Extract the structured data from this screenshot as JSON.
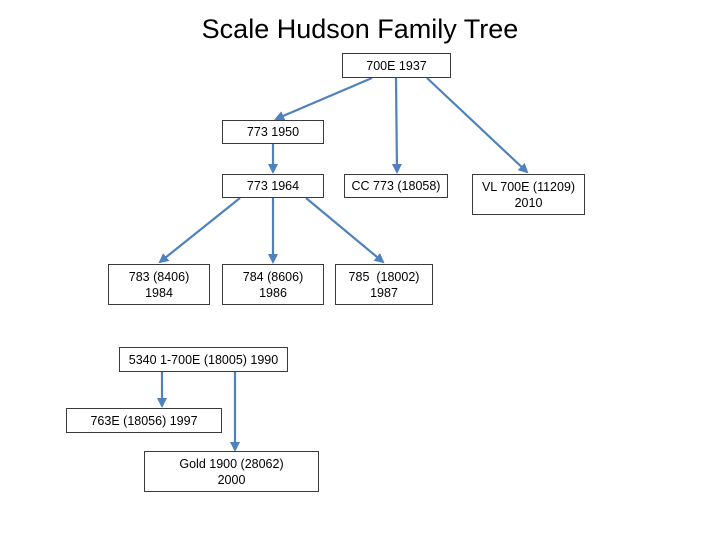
{
  "title": "Scale Hudson Family Tree",
  "colors": {
    "arrow": "#4F81BD",
    "box_border": "#3a3a3a"
  },
  "nodes": {
    "n700e": {
      "line1": "700E 1937",
      "line2": ""
    },
    "n773a": {
      "line1": "773 1950",
      "line2": ""
    },
    "n773b": {
      "line1": "773 1964",
      "line2": ""
    },
    "ncc773": {
      "line1": "CC 773 (18058)",
      "line2": ""
    },
    "nvl700": {
      "line1": "VL 700E (11209)",
      "line2": "2010"
    },
    "n783": {
      "line1": "783 (8406)",
      "line2": "1984"
    },
    "n784": {
      "line1": "784 (8606)",
      "line2": "1986"
    },
    "n785": {
      "line1": "785  (18002)",
      "line2": "1987"
    },
    "n5340": {
      "line1": "5340 1-700E (18005) 1990",
      "line2": ""
    },
    "n763e": {
      "line1": "763E (18056) 1997",
      "line2": ""
    },
    "ngold": {
      "line1": "Gold 1900 (28062)",
      "line2": "2000"
    }
  },
  "edges": [
    {
      "from": "700E 1937",
      "to": "773 1950"
    },
    {
      "from": "700E 1937",
      "to": "CC 773 (18058)"
    },
    {
      "from": "700E 1937",
      "to": "VL 700E (11209) 2010"
    },
    {
      "from": "773 1950",
      "to": "773 1964"
    },
    {
      "from": "773 1964",
      "to": "783 (8406) 1984"
    },
    {
      "from": "773 1964",
      "to": "784 (8606) 1986"
    },
    {
      "from": "773 1964",
      "to": "785 (18002) 1987"
    },
    {
      "from": "5340 1-700E (18005) 1990",
      "to": "763E (18056) 1997"
    },
    {
      "from": "5340 1-700E (18005) 1990",
      "to": "Gold 1900 (28062) 2000"
    }
  ]
}
